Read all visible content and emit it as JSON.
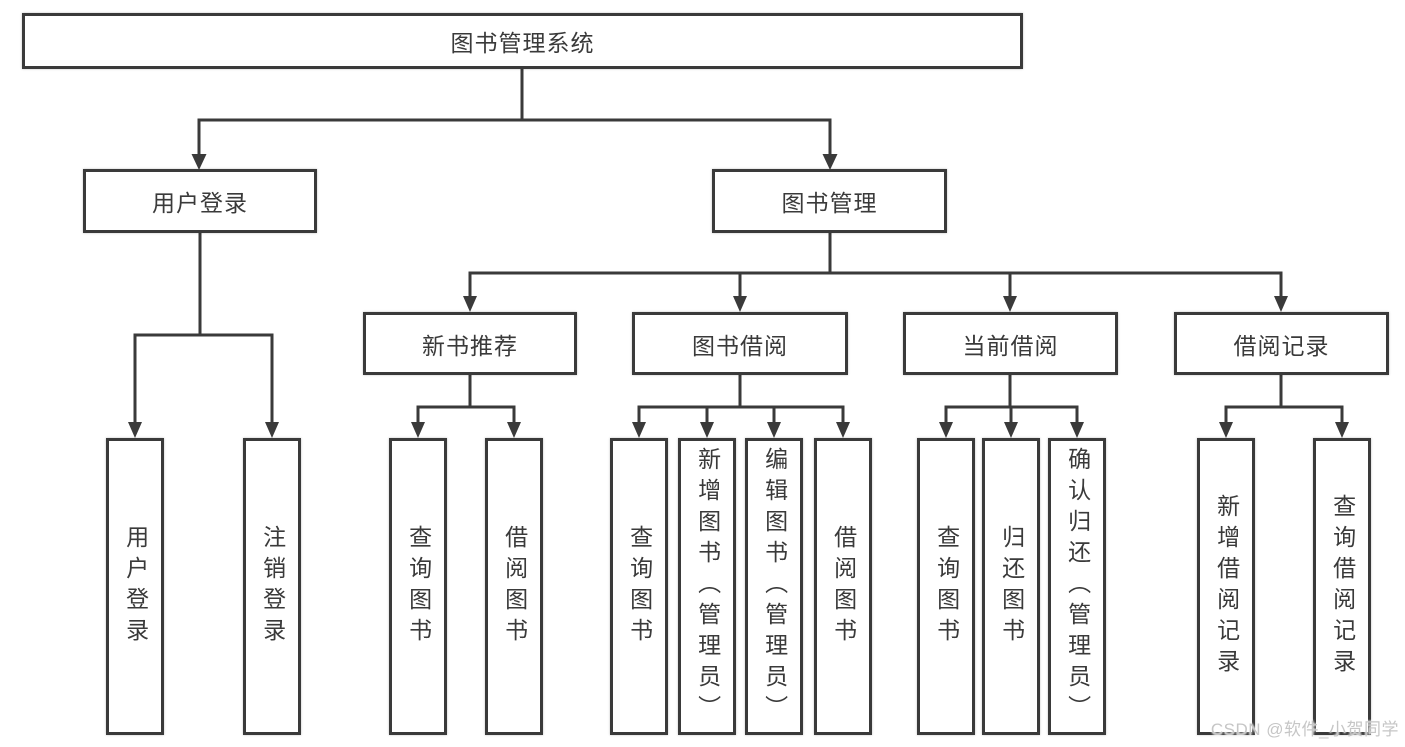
{
  "diagram": {
    "title": "图书管理系统",
    "nodes": {
      "root": {
        "label": "图书管理系统"
      },
      "level2": [
        {
          "label": "用户登录",
          "parent": "图书管理系统"
        },
        {
          "label": "图书管理",
          "parent": "图书管理系统"
        }
      ],
      "level3": [
        {
          "label": "新书推荐",
          "parent": "图书管理"
        },
        {
          "label": "图书借阅",
          "parent": "图书管理"
        },
        {
          "label": "当前借阅",
          "parent": "图书管理"
        },
        {
          "label": "借阅记录",
          "parent": "图书管理"
        }
      ],
      "leaves": [
        {
          "label": "用户登录",
          "parent": "用户登录"
        },
        {
          "label": "注销登录",
          "parent": "用户登录"
        },
        {
          "label": "查询图书",
          "parent": "新书推荐"
        },
        {
          "label": "借阅图书",
          "parent": "新书推荐"
        },
        {
          "label": "查询图书",
          "parent": "图书借阅"
        },
        {
          "label": "新增图书（管理员）",
          "parent": "图书借阅"
        },
        {
          "label": "编辑图书（管理员）",
          "parent": "图书借阅"
        },
        {
          "label": "借阅图书",
          "parent": "图书借阅"
        },
        {
          "label": "查询图书",
          "parent": "当前借阅"
        },
        {
          "label": "归还图书",
          "parent": "当前借阅"
        },
        {
          "label": "确认归还（管理员）",
          "parent": "当前借阅"
        },
        {
          "label": "新增借阅记录",
          "parent": "借阅记录"
        },
        {
          "label": "查询借阅记录",
          "parent": "借阅记录"
        }
      ]
    },
    "colors": {
      "line": "#3a3a3a",
      "box_border": "#3a3a3a",
      "box_fill": "#ffffff",
      "text": "#3a3a3a",
      "watermark": "#c6c6c6",
      "background": "#ffffff"
    }
  },
  "watermark": {
    "text": "CSDN @软件_小贺同学"
  }
}
